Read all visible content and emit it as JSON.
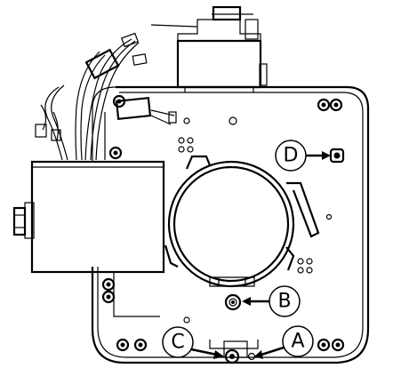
{
  "callouts": {
    "A": {
      "label": "A"
    },
    "B": {
      "label": "B"
    },
    "C": {
      "label": "C"
    },
    "D": {
      "label": "D"
    }
  },
  "colors": {
    "line": "#000000",
    "background": "#ffffff"
  }
}
